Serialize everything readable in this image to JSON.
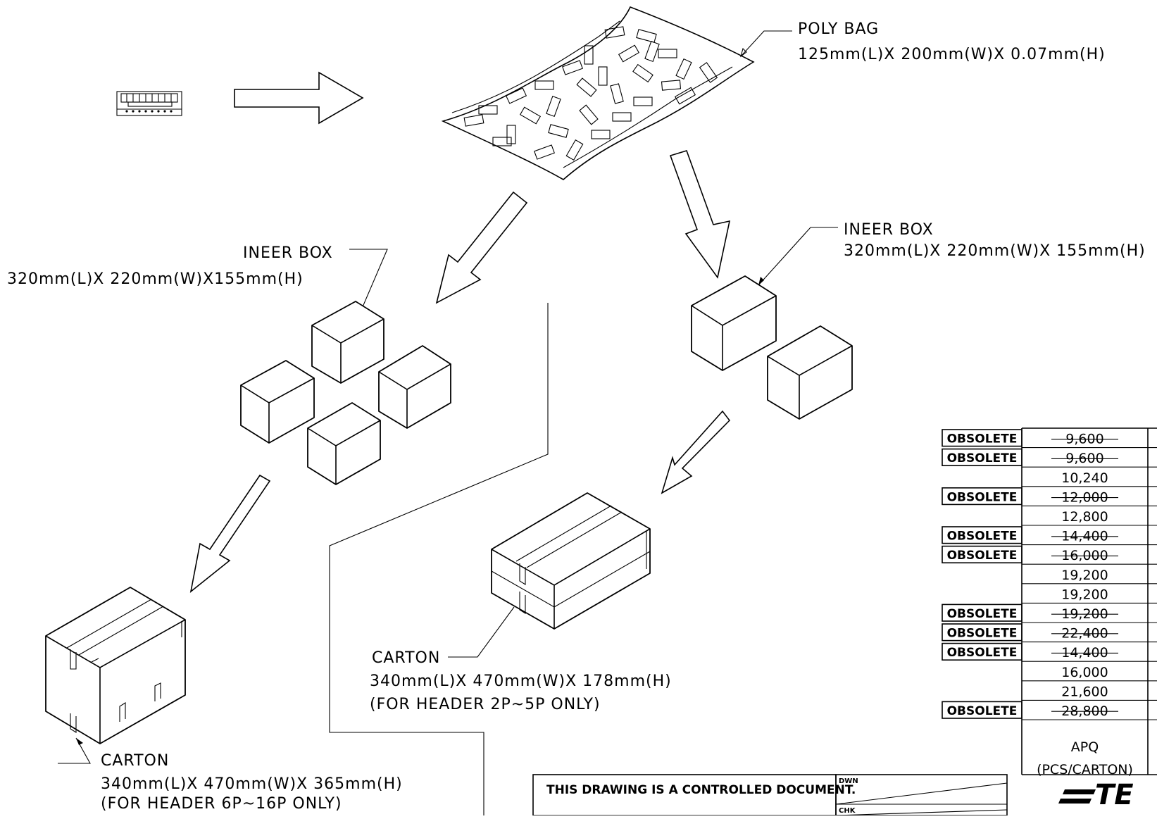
{
  "labels": {
    "poly_bag_title": "POLY BAG",
    "poly_bag_dims": "125mm(L)X 200mm(W)X 0.07mm(H)",
    "inner_box_left_title": "INEER BOX",
    "inner_box_left_dims": "320mm(L)X 220mm(W)X155mm(H)",
    "inner_box_right_title": "INEER BOX",
    "inner_box_right_dims": "320mm(L)X 220mm(W)X 155mm(H)",
    "carton_left_title": "CARTON",
    "carton_left_dims": "340mm(L)X 470mm(W)X 365mm(H)",
    "carton_left_note": "(FOR HEADER 6P~16P ONLY)",
    "carton_right_title": "CARTON",
    "carton_right_dims": "340mm(L)X 470mm(W)X 178mm(H)",
    "carton_right_note": "(FOR HEADER 2P~5P ONLY)"
  },
  "apq_table": {
    "header_line1": "APQ",
    "header_line2": "(PCS/CARTON)",
    "rows": [
      {
        "status": "OBSOLETE",
        "value": "9,600",
        "struck": true
      },
      {
        "status": "OBSOLETE",
        "value": "9,600",
        "struck": true
      },
      {
        "status": "",
        "value": "10,240",
        "struck": false
      },
      {
        "status": "OBSOLETE",
        "value": "12,000",
        "struck": true
      },
      {
        "status": "",
        "value": "12,800",
        "struck": false
      },
      {
        "status": "OBSOLETE",
        "value": "14,400",
        "struck": true
      },
      {
        "status": "OBSOLETE",
        "value": "16,000",
        "struck": true
      },
      {
        "status": "",
        "value": "19,200",
        "struck": false
      },
      {
        "status": "",
        "value": "19,200",
        "struck": false
      },
      {
        "status": "OBSOLETE",
        "value": "19,200",
        "struck": true
      },
      {
        "status": "OBSOLETE",
        "value": "22,400",
        "struck": true
      },
      {
        "status": "OBSOLETE",
        "value": "14,400",
        "struck": true
      },
      {
        "status": "",
        "value": "16,000",
        "struck": false
      },
      {
        "status": "",
        "value": "21,600",
        "struck": false
      },
      {
        "status": "OBSOLETE",
        "value": "28,800",
        "struck": true
      }
    ]
  },
  "title_block": {
    "controlled_doc": "THIS DRAWING IS A CONTROLLED DOCUMENT.",
    "dwn": "DWN",
    "chk": "CHK",
    "logo": "TE"
  }
}
